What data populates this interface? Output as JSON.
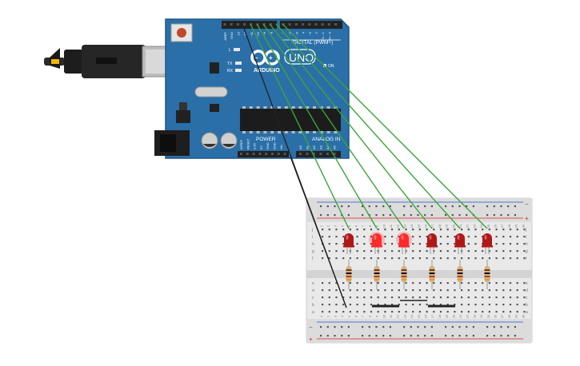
{
  "board": {
    "brand": "ARDUINO",
    "model": "UNO",
    "on_label": "ON",
    "l_label": "L",
    "tx_label": "TX",
    "rx_label": "RX",
    "digital_label": "DIGITAL (PWM~)",
    "power_label": "POWER",
    "analog_label": "ANALOG IN",
    "header_top": [
      "AREF",
      "GND",
      "13",
      "12",
      "~11",
      "~10",
      "~9",
      "8",
      "7",
      "~6",
      "~5",
      "4",
      "~3",
      "2",
      "TX→1",
      "RX←0"
    ],
    "header_power": [
      "IOREF",
      "RESET",
      "3.3V",
      "5V",
      "GND",
      "GND",
      "Vin"
    ],
    "header_analog": [
      "A0",
      "A1",
      "A2",
      "A3",
      "A4",
      "A5"
    ]
  },
  "breadboard": {
    "rail_plus": "+",
    "rail_minus": "−",
    "row_letters_top": [
      "j",
      "i",
      "h",
      "g",
      "f"
    ],
    "row_letters_bottom": [
      "e",
      "d",
      "c",
      "b",
      "a"
    ],
    "columns": [
      "1",
      "2",
      "3",
      "4",
      "5",
      "6",
      "7",
      "8",
      "9",
      "10",
      "11",
      "12",
      "13",
      "14",
      "15",
      "16",
      "17",
      "18",
      "19",
      "20",
      "21",
      "22",
      "23",
      "24",
      "25",
      "26",
      "27",
      "28",
      "29",
      "30"
    ]
  },
  "components": {
    "leds": [
      {
        "color": "#b01818",
        "lit": false
      },
      {
        "color": "#ff2a2a",
        "lit": true
      },
      {
        "color": "#ff2a2a",
        "lit": true
      },
      {
        "color": "#b01818",
        "lit": false
      },
      {
        "color": "#b01818",
        "lit": false
      },
      {
        "color": "#b01818",
        "lit": false
      }
    ],
    "resistor_count": 6
  },
  "colors": {
    "board": "#2a6fa8",
    "board_dark": "#1e5686",
    "wire_signal": "#3aa63a",
    "wire_ground": "#222222",
    "breadboard": "#e9e9e9",
    "rail_red": "#d22",
    "rail_blue": "#2255cc"
  }
}
